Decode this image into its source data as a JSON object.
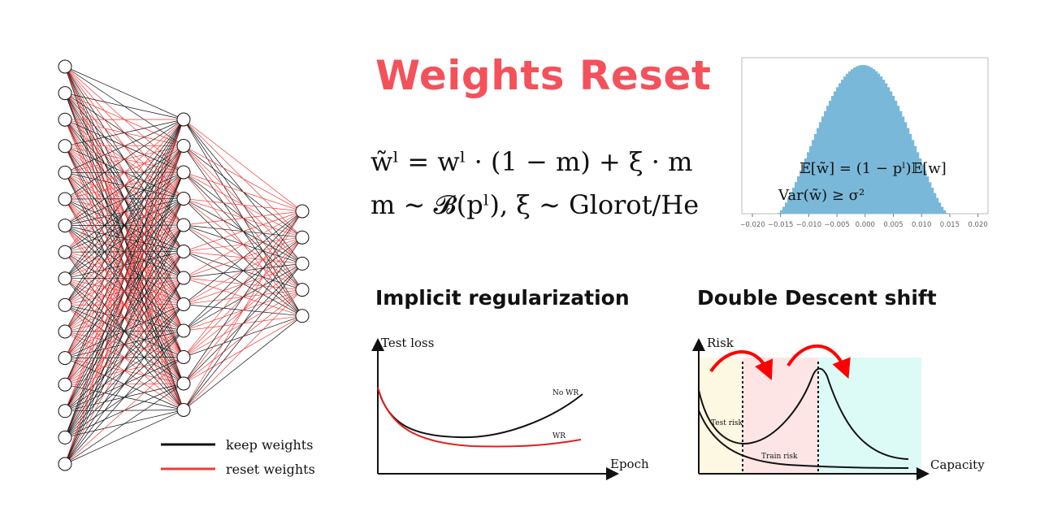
{
  "title": "Weights Reset",
  "formula": {
    "line1": "w̃ˡ = wˡ · (1 − m) + ξ · m",
    "line2": "m ∼ 𝓑(pˡ), ξ ∼ Glorot/He"
  },
  "legend": {
    "keep": "keep weights",
    "reset": "reset weights",
    "keep_color": "#111111",
    "reset_color": "#f03a3a"
  },
  "network": {
    "layers": [
      16,
      12,
      5
    ]
  },
  "histogram": {
    "expectation": "𝔼[w̃] = (1 − pˡ)𝔼[w]",
    "variance": "Var(w̃) ≥ σ²",
    "bar_color": "#7ab8d9",
    "xticks": [
      "−0.020",
      "−0.015",
      "−0.010",
      "−0.005",
      "0.000",
      "0.005",
      "0.010",
      "0.015",
      "0.020"
    ]
  },
  "implicit": {
    "title": "Implicit regularization",
    "ylabel": "Test loss",
    "xlabel": "Epoch",
    "series_no_wr": "No WR",
    "series_wr": "WR"
  },
  "double_descent": {
    "title": "Double Descent shift",
    "ylabel": "Risk",
    "xlabel": "Capacity",
    "test_risk": "Test risk",
    "train_risk": "Train risk",
    "region_colors": [
      "#fdf8e1",
      "#fde5e5",
      "#dcfbf7"
    ]
  }
}
